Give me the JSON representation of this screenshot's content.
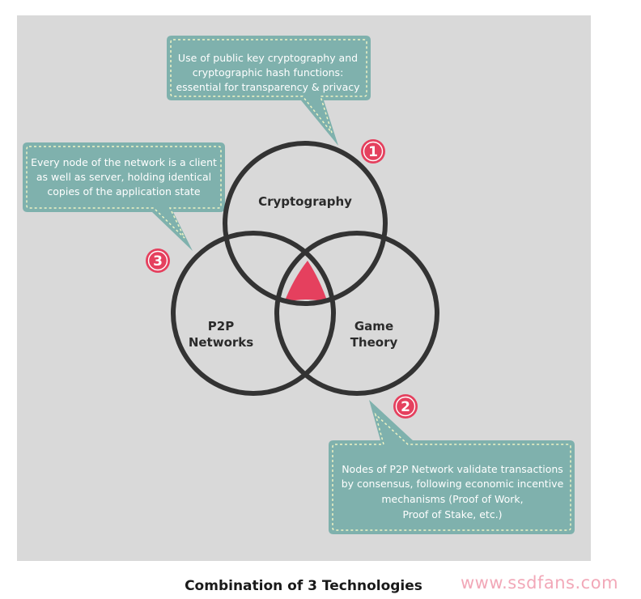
{
  "colors": {
    "panel": "#d9d9d9",
    "bubble_fill": "#7fb1ad",
    "bubble_dash": "#eef3c4",
    "circle_stroke": "#333333",
    "badge": "#e5405e",
    "center_triangle": "#e5405e",
    "watermark": "#f2a8b8"
  },
  "circles": {
    "top": {
      "label": "Cryptography"
    },
    "left": {
      "label_line1": "P2P",
      "label_line2": "Networks"
    },
    "right": {
      "label_line1": "Game",
      "label_line2": "Theory"
    }
  },
  "badges": {
    "one": "1",
    "two": "2",
    "three": "3"
  },
  "callouts": {
    "cryptography": {
      "line1": "Use of public key cryptography and",
      "line2": "cryptographic hash functions:",
      "line3": "essential for transparency & privacy"
    },
    "p2p": {
      "line1": "Every node of the network is a client",
      "line2": "as well as server, holding identical",
      "line3": "copies of the application state"
    },
    "game_theory": {
      "line1": "Nodes of P2P Network validate transactions",
      "line2": "by consensus, following economic incentive",
      "line3": "mechanisms (Proof of Work,",
      "line4": "Proof of Stake, etc.)"
    }
  },
  "caption": "Combination of 3 Technologies",
  "watermark": "www.ssdfans.com"
}
